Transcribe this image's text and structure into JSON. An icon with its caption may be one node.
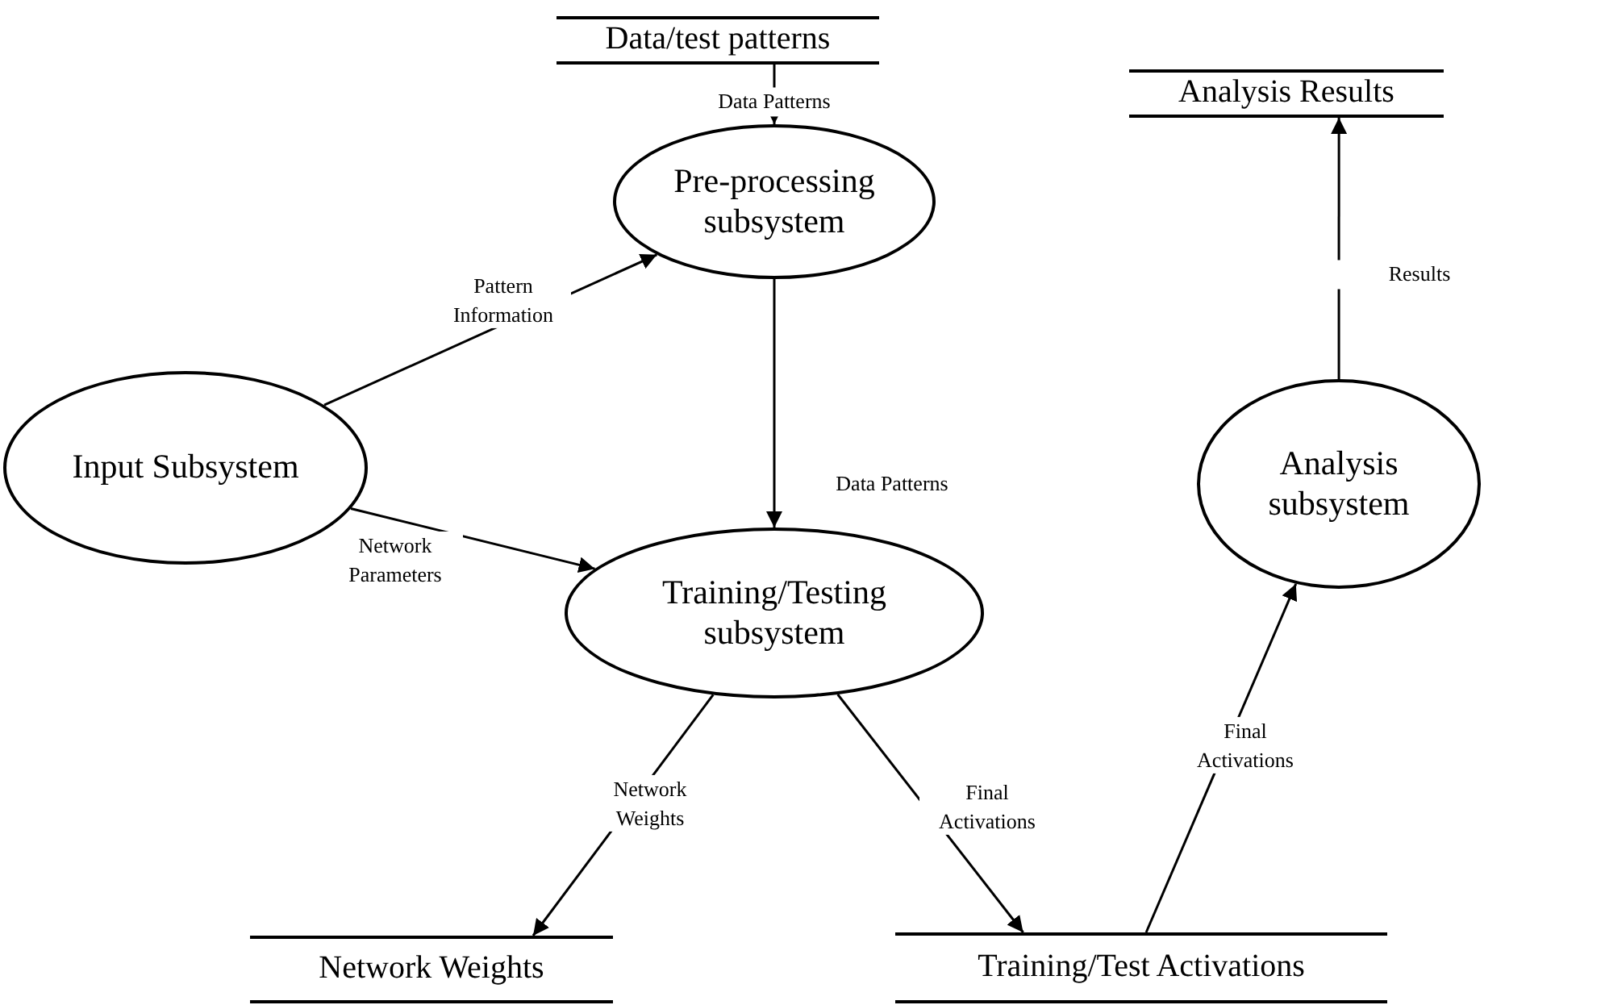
{
  "diagram": {
    "nodes": [
      {
        "text": [
          "Data/test patterns"
        ]
      },
      {
        "text": [
          "Analysis Results"
        ]
      },
      {
        "text": [
          "Pre-processing subsystem"
        ]
      },
      {
        "text": [
          "Input Subsystem"
        ]
      },
      {
        "text": [
          "Analysis subsystem"
        ]
      },
      {
        "text": [
          "Training/Testing subsystem"
        ]
      },
      {
        "text": [
          "Network Weights"
        ]
      },
      {
        "text": [
          "Training/Test Activations"
        ]
      }
    ],
    "edges": [
      {
        "from": 0,
        "to": 2,
        "arrow": "to",
        "label": "Data Patterns"
      },
      {
        "from": 3,
        "to": 2,
        "arrow": "to",
        "label": "Pattern Information"
      },
      {
        "from": 2,
        "to": 5,
        "arrow": "to",
        "label": "Data Patterns"
      },
      {
        "from": 3,
        "to": 5,
        "arrow": "to",
        "label": "Network Parameters"
      },
      {
        "from": 5,
        "to": 6,
        "arrow": "to",
        "label": "Network Weights"
      },
      {
        "from": 5,
        "to": 7,
        "arrow": "to",
        "label": "Final Activations"
      },
      {
        "from": 7,
        "to": 4,
        "arrow": "to",
        "label": "Final Activations"
      },
      {
        "from": 4,
        "to": 1,
        "arrow": "to",
        "label": "Results"
      }
    ]
  }
}
